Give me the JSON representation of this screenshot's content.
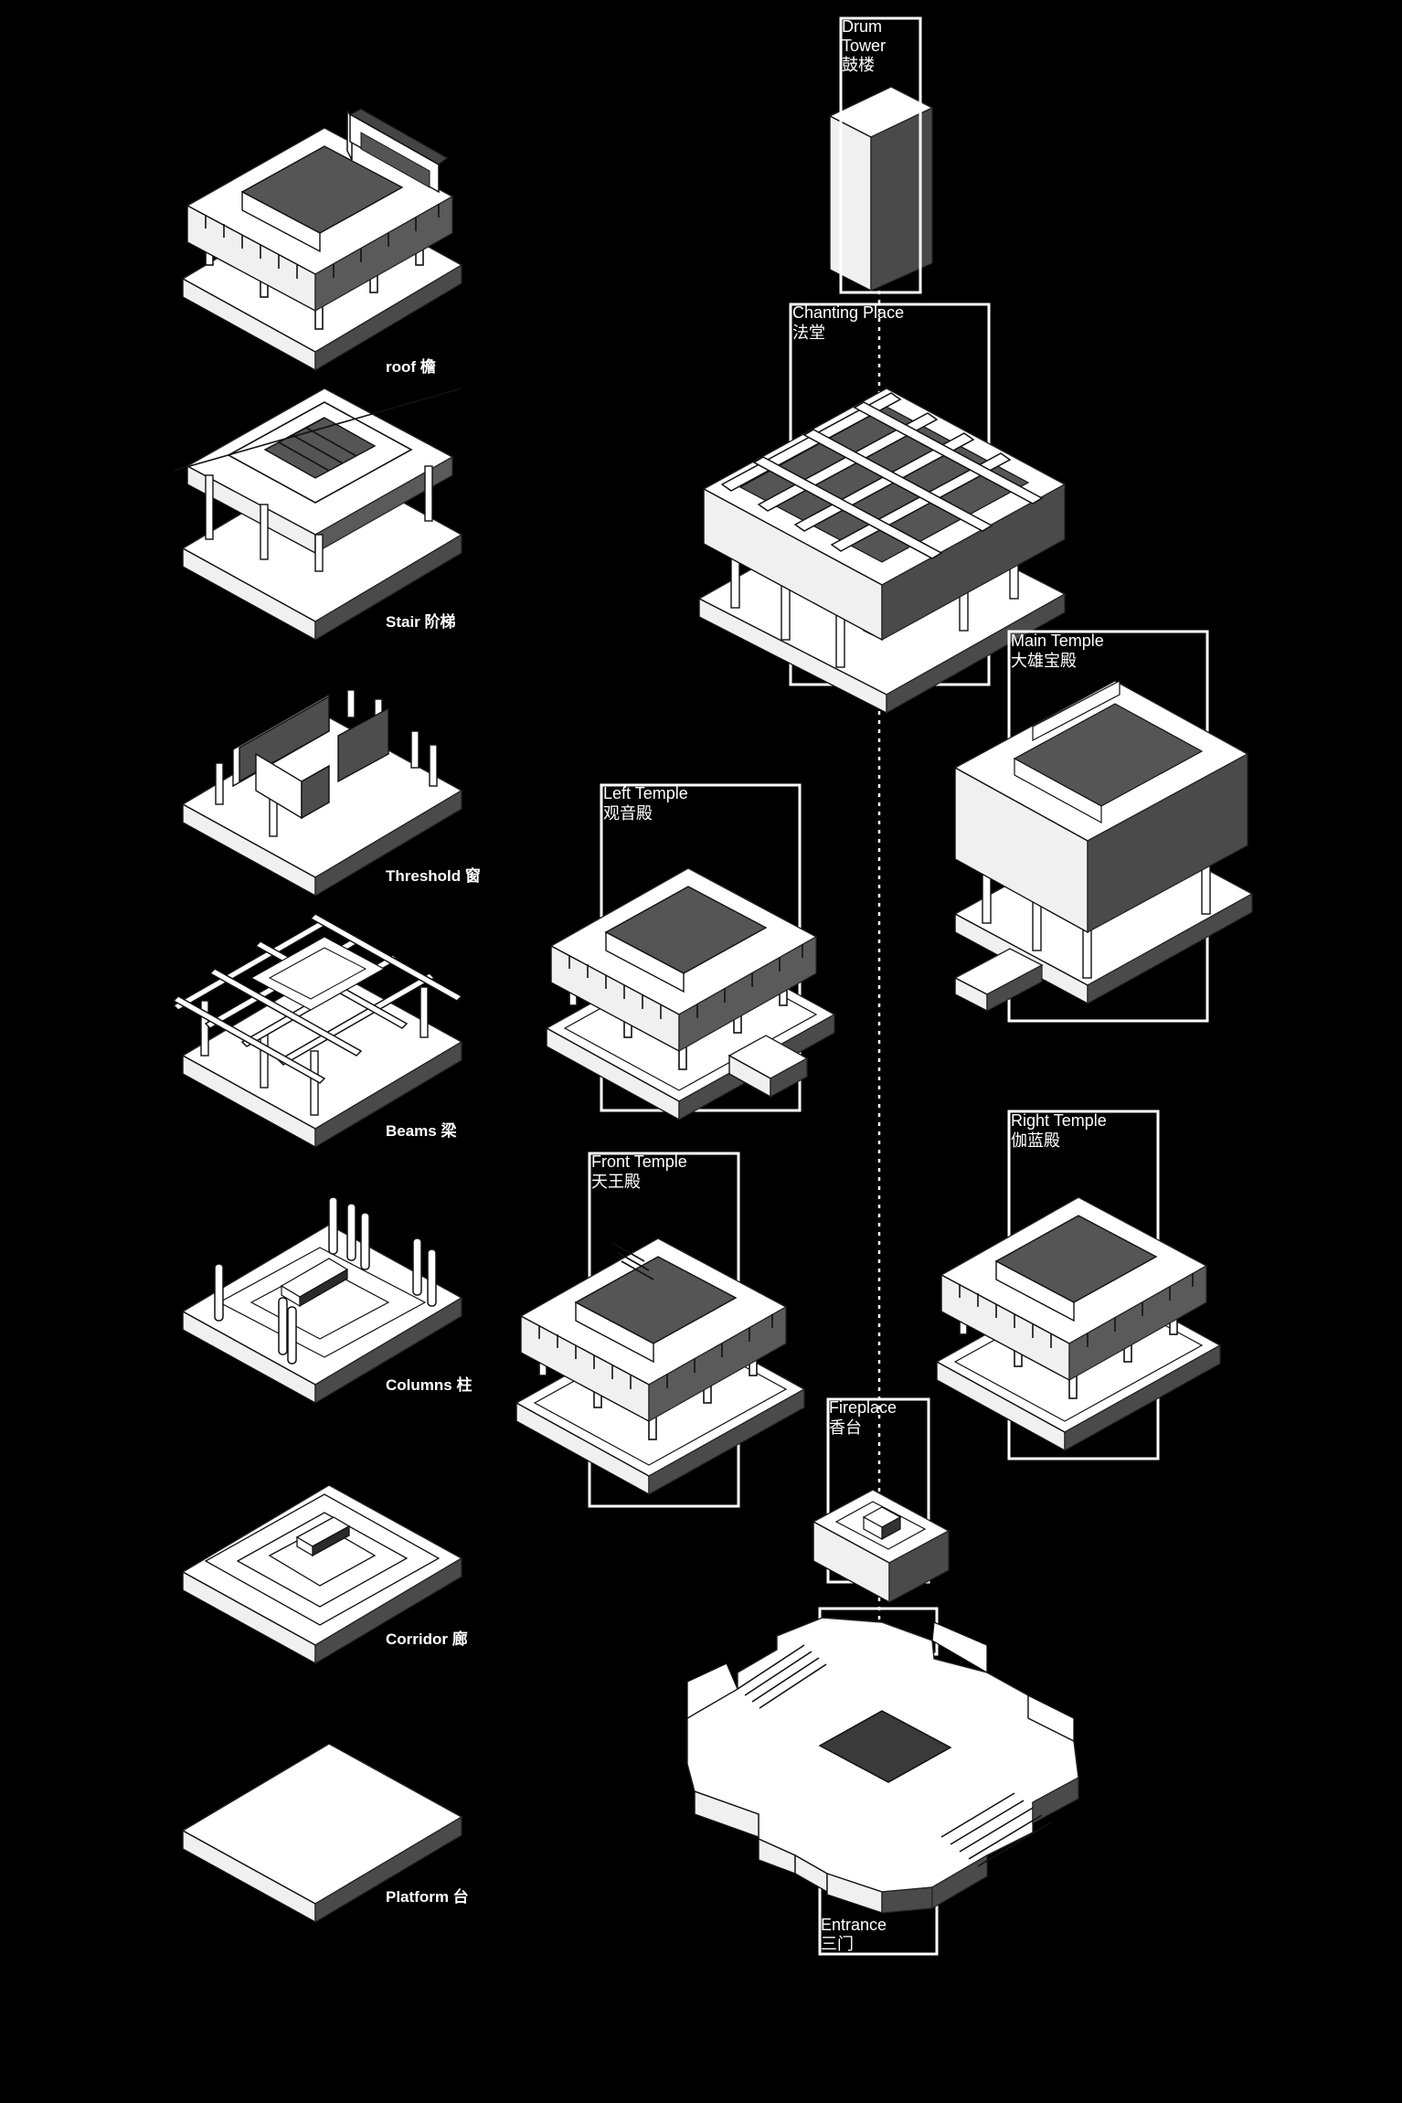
{
  "legend": {
    "roof": "roof 檐",
    "stair": "Stair 阶梯",
    "threshold": "Threshold 窗",
    "beams": "Beams 梁",
    "columns": "Columns 柱",
    "corridor": "Corridor 廊",
    "platform": "Platform 台"
  },
  "buildings": {
    "drum_tower": {
      "en1": "Drum",
      "en2": "Tower",
      "zh": "鼓楼"
    },
    "chanting_place": {
      "en": "Chanting Place",
      "zh": "法堂"
    },
    "main_temple": {
      "en": "Main Temple",
      "zh": "大雄宝殿"
    },
    "left_temple": {
      "en": "Left Temple",
      "zh": "观音殿"
    },
    "right_temple": {
      "en": "Right Temple",
      "zh": "伽蓝殿"
    },
    "front_temple": {
      "en": "Front Temple",
      "zh": "天王殿"
    },
    "fireplace": {
      "en": "Fireplace",
      "zh": "香台"
    },
    "entrance": {
      "en": "Entrance",
      "zh": "三门"
    }
  },
  "colors": {
    "background": "#000000",
    "line": "#ffffff",
    "shade": "#4a4a4a"
  }
}
